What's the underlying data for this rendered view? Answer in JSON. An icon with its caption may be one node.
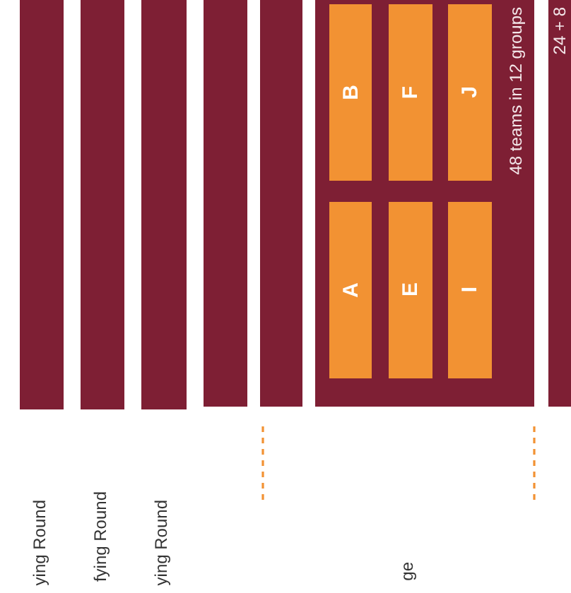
{
  "diagram": {
    "nodes": [
      {
        "text": [],
        "shape": "bar"
      },
      {
        "text": [],
        "shape": "bar"
      },
      {
        "text": [],
        "shape": "bar"
      },
      {
        "text": [],
        "shape": "bar"
      },
      {
        "text": [],
        "shape": "bar"
      },
      {
        "text": [
          "48 teams in 12 groups"
        ]
      },
      {
        "text": [
          "A"
        ],
        "in": 5
      },
      {
        "text": [
          "B"
        ],
        "in": 5
      },
      {
        "text": [
          "E"
        ],
        "in": 5
      },
      {
        "text": [
          "F"
        ],
        "in": 5
      },
      {
        "text": [
          "I"
        ],
        "in": 5
      },
      {
        "text": [
          "J"
        ],
        "in": 5
      },
      {
        "text": [
          "24 + 8"
        ]
      }
    ],
    "labels": [
      "ying Round",
      "fying Round",
      "ying Round",
      "ge"
    ]
  }
}
